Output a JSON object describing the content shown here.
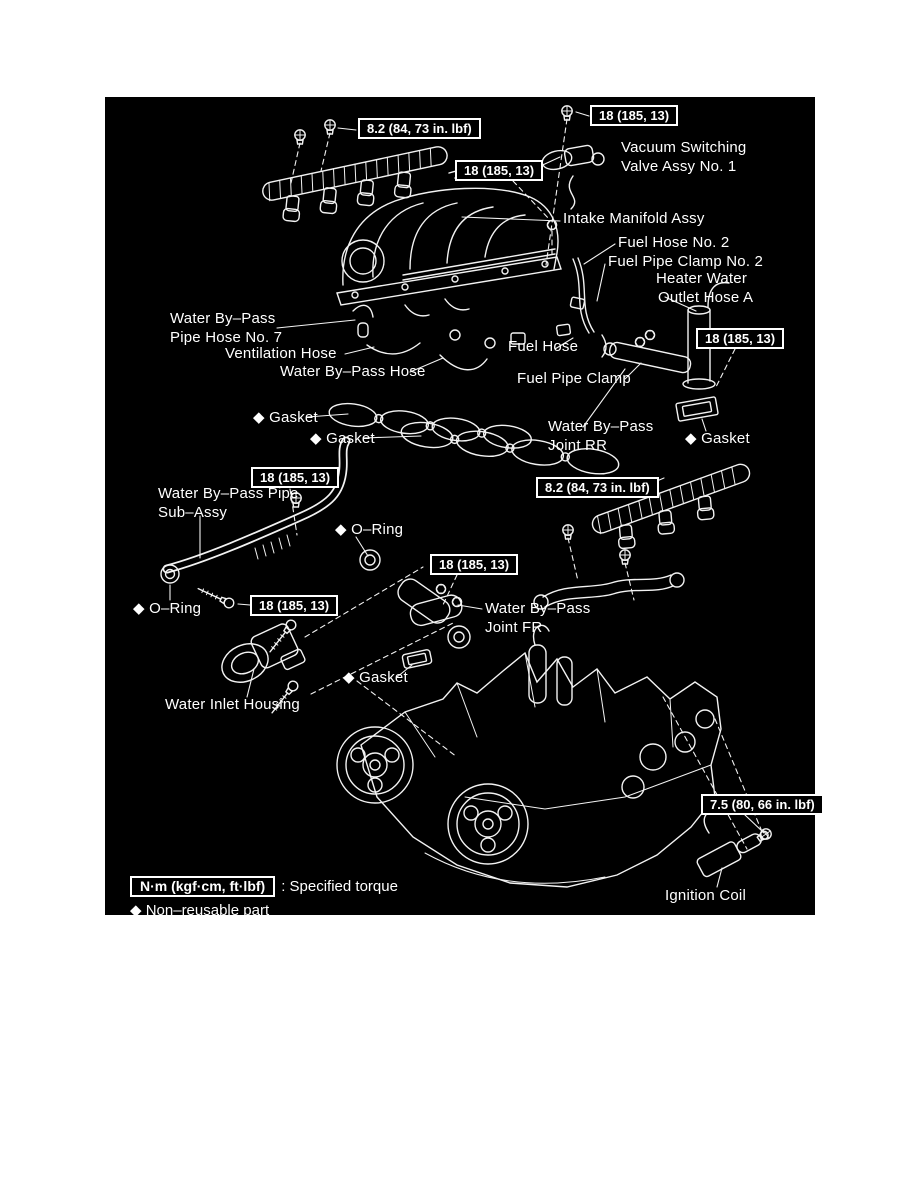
{
  "colors": {
    "page_bg": "#ffffff",
    "panel_bg": "#000000",
    "ink": "#ffffff"
  },
  "torque_boxes": [
    {
      "id": "fuel-rail-lh",
      "text": "8.2 (84, 73 in. lbf)"
    },
    {
      "id": "vsv-bolt",
      "text": "18 (185, 13)"
    },
    {
      "id": "manifold-nut",
      "text": "18 (185, 13)"
    },
    {
      "id": "water-outlet-rr",
      "text": "18 (185, 13)"
    },
    {
      "id": "bypass-pipe-bolt",
      "text": "18 (185, 13)"
    },
    {
      "id": "fuel-rail-rh",
      "text": "8.2 (84, 73 in. lbf)"
    },
    {
      "id": "joint-fr-nut",
      "text": "18 (185, 13)"
    },
    {
      "id": "inlet-housing-bolt",
      "text": "18 (185, 13)"
    },
    {
      "id": "ignition-coil-bolt",
      "text": "7.5 (80, 66 in. lbf)"
    }
  ],
  "part_labels": [
    {
      "id": "vacuum-switching-valve",
      "lines": [
        "Vacuum Switching",
        "Valve Assy No. 1"
      ]
    },
    {
      "id": "intake-manifold",
      "lines": [
        "Intake Manifold Assy"
      ]
    },
    {
      "id": "fuel-hose-no2",
      "lines": [
        "Fuel Hose No. 2"
      ]
    },
    {
      "id": "fuel-pipe-clamp-no2",
      "lines": [
        "Fuel Pipe Clamp No. 2"
      ]
    },
    {
      "id": "heater-water-outlet-hose-a",
      "lines": [
        "Heater Water",
        "Outlet Hose A"
      ]
    },
    {
      "id": "water-bypass-pipe-hose-no7",
      "lines": [
        "Water By–Pass",
        "Pipe Hose No. 7"
      ]
    },
    {
      "id": "ventilation-hose",
      "lines": [
        "Ventilation Hose"
      ]
    },
    {
      "id": "water-bypass-hose",
      "lines": [
        "Water By–Pass Hose"
      ]
    },
    {
      "id": "fuel-hose",
      "lines": [
        "Fuel Hose"
      ]
    },
    {
      "id": "fuel-pipe-clamp",
      "lines": [
        "Fuel Pipe Clamp"
      ]
    },
    {
      "id": "gasket-upper",
      "lines": [
        "◆ Gasket"
      ]
    },
    {
      "id": "gasket-lower",
      "lines": [
        "◆ Gasket"
      ]
    },
    {
      "id": "water-bypass-joint-rr",
      "lines": [
        "Water By–Pass",
        "Joint RR"
      ]
    },
    {
      "id": "gasket-joint-rr",
      "lines": [
        "◆ Gasket"
      ]
    },
    {
      "id": "water-bypass-pipe-sub-assy",
      "lines": [
        "Water By–Pass Pipe",
        "Sub–Assy"
      ]
    },
    {
      "id": "o-ring-upper",
      "lines": [
        "◆ O–Ring"
      ]
    },
    {
      "id": "water-bypass-joint-fr",
      "lines": [
        "Water By–Pass",
        "Joint FR"
      ]
    },
    {
      "id": "o-ring-lower",
      "lines": [
        "◆ O–Ring"
      ]
    },
    {
      "id": "gasket-joint-fr",
      "lines": [
        "◆ Gasket"
      ]
    },
    {
      "id": "water-inlet-housing",
      "lines": [
        "Water Inlet Housing"
      ]
    },
    {
      "id": "ignition-coil",
      "lines": [
        "Ignition Coil"
      ]
    }
  ],
  "legend": {
    "torque_unit": "N·m (kgf·cm, ft·lbf)",
    "torque_desc": ": Specified torque",
    "nonreusable": "◆ Non–reusable part"
  }
}
